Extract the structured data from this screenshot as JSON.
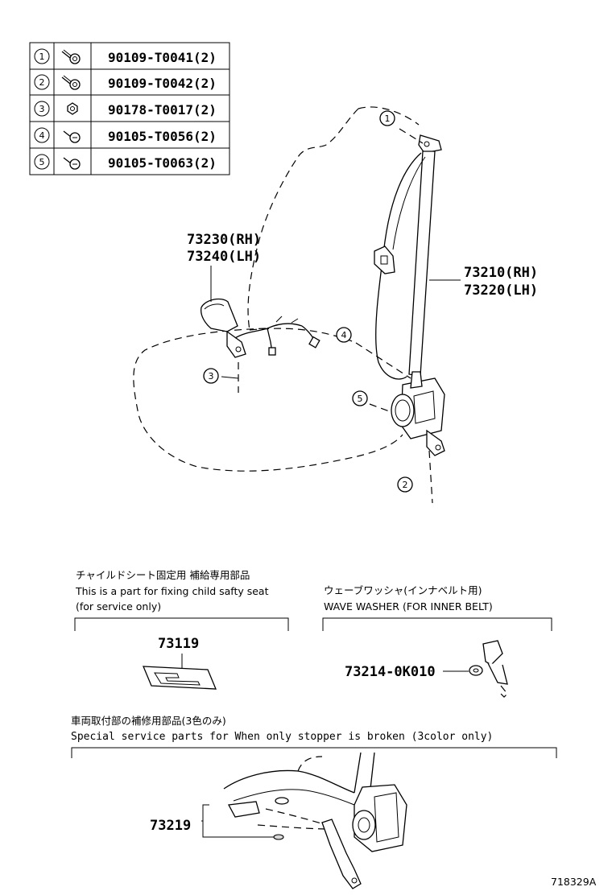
{
  "fastener_table": [
    {
      "ref": "1",
      "icon": "bolt-icon",
      "part": "90109-T0041(2)"
    },
    {
      "ref": "2",
      "icon": "bolt-icon",
      "part": "90109-T0042(2)"
    },
    {
      "ref": "3",
      "icon": "nut-icon",
      "part": "90178-T0017(2)"
    },
    {
      "ref": "4",
      "icon": "screw-icon",
      "part": "90105-T0056(2)"
    },
    {
      "ref": "5",
      "icon": "screw-icon",
      "part": "90105-T0063(2)"
    }
  ],
  "callouts": [
    "1",
    "2",
    "3",
    "4",
    "5"
  ],
  "parts": {
    "buckle_rh": "73230(RH)",
    "buckle_lh": "73240(LH)",
    "belt_rh": "73210(RH)",
    "belt_lh": "73220(LH)",
    "child_seat_part": "73119",
    "washer_part": "73214-0K010",
    "stopper_part": "73219"
  },
  "notes": {
    "child_seat_jp": "チャイルドシート固定用 補給専用部品",
    "child_seat_en1": "This is a part for fixing child safty seat",
    "child_seat_en2": "(for service only)",
    "washer_jp": "ウェーブワッシャ(インナベルト用)",
    "washer_en": "WAVE WASHER (FOR INNER BELT)",
    "stopper_jp": "車両取付部の補修用部品(3色のみ)",
    "stopper_en": "Special service parts for When only stopper is broken (3color only)"
  },
  "diagram_id": "718329A"
}
